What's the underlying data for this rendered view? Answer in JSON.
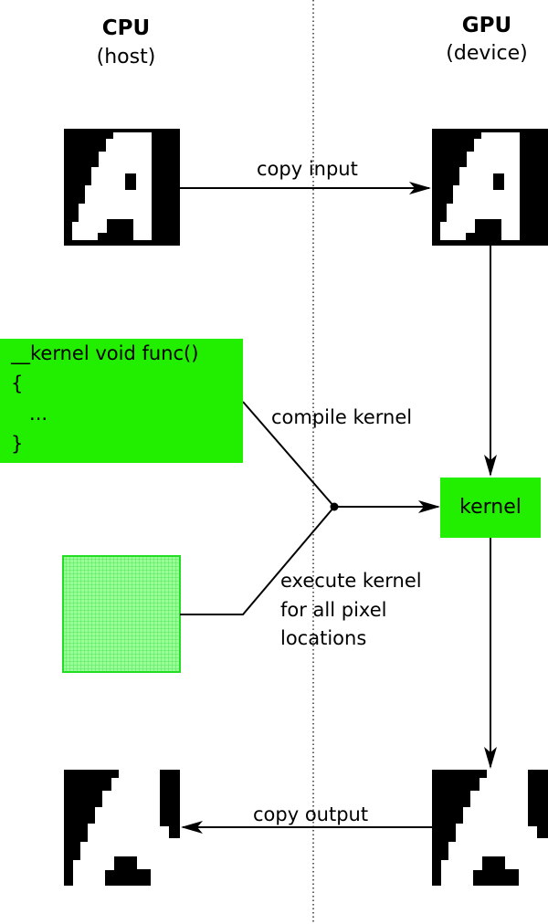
{
  "columns": {
    "cpu_title": "CPU",
    "cpu_subtitle": "(host)",
    "gpu_title": "GPU",
    "gpu_subtitle": "(device)"
  },
  "edges": {
    "copy_input": "copy input",
    "compile_kernel": "compile kernel",
    "execute_kernel_line1": "execute kernel",
    "execute_kernel_line2": "for all pixel",
    "execute_kernel_line3": "locations",
    "copy_output": "copy output"
  },
  "code_block": {
    "line1": "__kernel void func()",
    "line2": "{",
    "line3": "   ...",
    "line4": "}"
  },
  "kernel_node": {
    "label": "kernel"
  },
  "colors": {
    "kernel_green": "#22ee00",
    "grid_green": "#99ff99",
    "grid_line": "#44dd44",
    "image_black": "#000000",
    "image_white": "#ffffff"
  }
}
